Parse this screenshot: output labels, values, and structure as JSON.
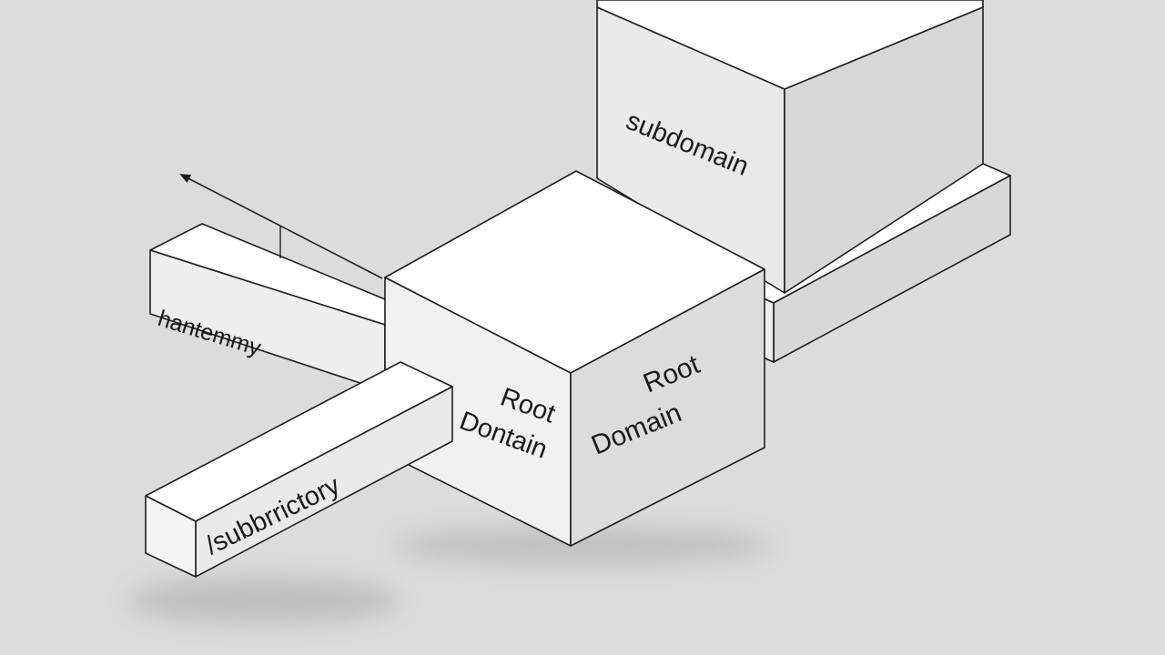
{
  "labels": {
    "subdomain": "subdomain",
    "root_domain_front_line1": "Root",
    "root_domain_front_line2": "Dontain",
    "root_domain_side_line1": "Root",
    "root_domain_side_line2": "Domain",
    "subdirectory": "/subbrrictory",
    "back_bar": "hantemmy"
  },
  "colors": {
    "background": "#dcdcdc",
    "face_top": "#ffffff",
    "face_front": "#f1f1f1",
    "face_side": "#dadada",
    "edge": "#1e1e1e",
    "text": "#1a1a1a"
  },
  "icons": {
    "pointer": "arrow-left-icon"
  }
}
